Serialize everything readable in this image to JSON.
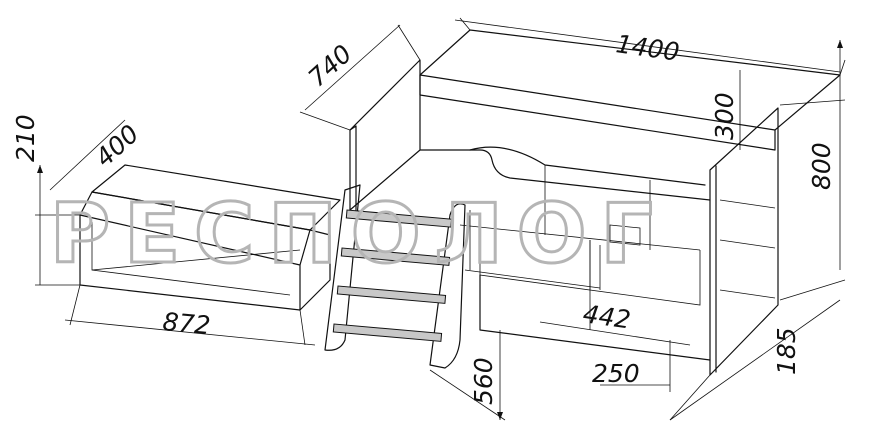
{
  "diagram": {
    "dimensions": {
      "width_total": "1400",
      "depth_top": "740",
      "rail_height": "300",
      "height_total": "800",
      "drawer_height": "210",
      "drawer_depth": "400",
      "drawer_width": "872",
      "step_height": "560",
      "shelf_width": "442",
      "shelf_depth": "250",
      "base_depth": "185"
    },
    "watermark": "РЕСПОЛОГ"
  }
}
